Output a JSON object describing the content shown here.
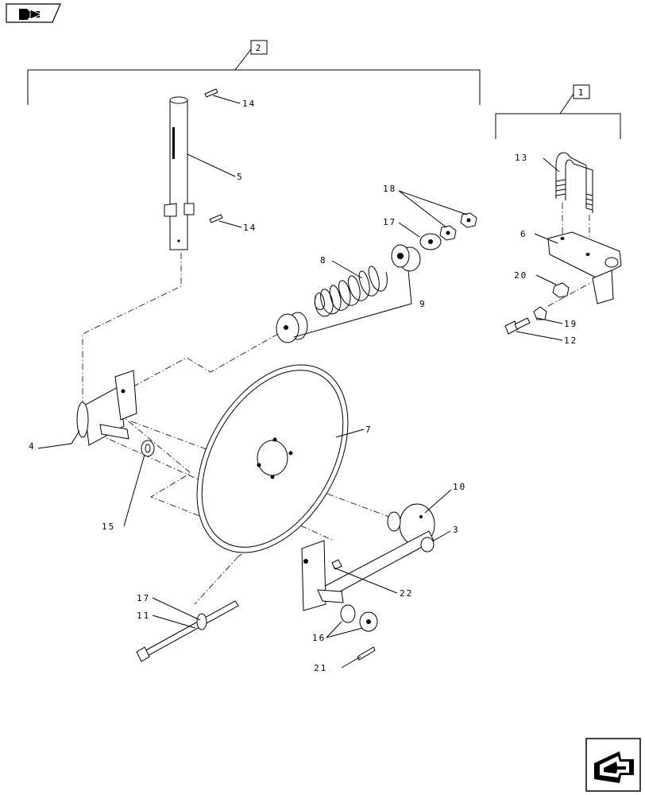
{
  "nav": {
    "prev_icon": "book-arrow-icon",
    "next_icon": "next-page-arrow-icon"
  },
  "groups": {
    "group_2": "2",
    "group_1": "1"
  },
  "callouts": {
    "c14a": "14",
    "c5": "5",
    "c14b": "14",
    "c18": "18",
    "c17a": "17",
    "c8": "8",
    "c9": "9",
    "c13": "13",
    "c6": "6",
    "c20": "20",
    "c19": "19",
    "c12": "12",
    "c4": "4",
    "c7": "7",
    "c15": "15",
    "c10": "10",
    "c3": "3",
    "c22": "22",
    "c17b": "17",
    "c11": "11",
    "c16": "16",
    "c21": "21"
  }
}
